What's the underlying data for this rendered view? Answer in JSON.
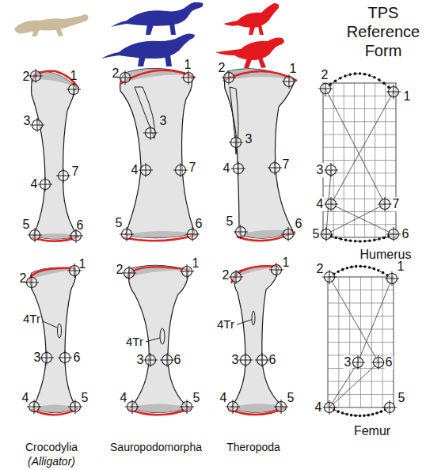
{
  "diagram": {
    "labels": [
      "TPS Reference Form",
      "1",
      "2",
      "3",
      "4",
      "5",
      "6",
      "7",
      "1",
      "2",
      "3",
      "4",
      "5",
      "6",
      "7",
      "1",
      "2",
      "3",
      "4",
      "5",
      "6",
      "7",
      "1",
      "2",
      "3",
      "4",
      "5",
      "6",
      "7",
      "Humerus",
      "1",
      "2",
      "3",
      "4",
      "5",
      "6",
      "4Tr",
      "1",
      "2",
      "3",
      "4",
      "5",
      "6",
      "4Tr",
      "1",
      "2",
      "3",
      "4",
      "5",
      "6",
      "4Tr",
      "1",
      "2",
      "3",
      "4",
      "5",
      "6",
      "Femur",
      "Crocodylia",
      "(Alligator)",
      "Sauropodomorpha",
      "Theropoda"
    ]
  }
}
